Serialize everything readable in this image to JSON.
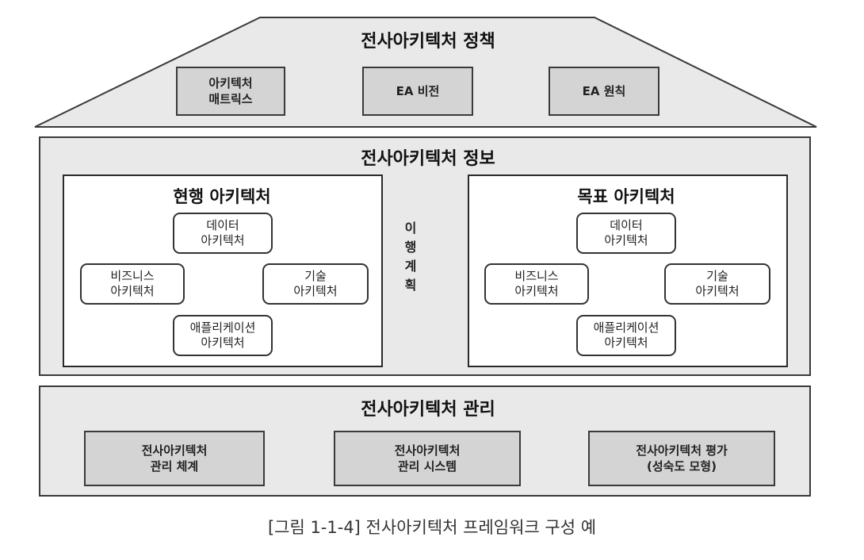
{
  "policy": {
    "title": "전사아키텍처 정책",
    "items": [
      "아키텍처\n매트릭스",
      "EA 비전",
      "EA 원칙"
    ]
  },
  "information": {
    "title": "전사아키텍처 정보",
    "current": {
      "title": "현행 아키텍처",
      "data": "데이터\n아키텍처",
      "business": "비즈니스\n아키텍처",
      "technology": "기술\n아키텍처",
      "application": "애플리케이션\n아키텍처"
    },
    "transition": "이\n행\n계\n획",
    "target": {
      "title": "목표 아키텍처",
      "data": "데이터\n아키텍처",
      "business": "비즈니스\n아키텍처",
      "technology": "기술\n아키텍처",
      "application": "애플리케이션\n아키텍처"
    }
  },
  "management": {
    "title": "전사아키텍처 관리",
    "items": [
      "전사아키텍처\n관리 체계",
      "전사아키텍처\n관리 시스템",
      "전사아키텍처 평가\n(성숙도 모형)"
    ]
  },
  "caption": "[그림 1-1-4] 전사아키텍처 프레임워크 구성 예"
}
